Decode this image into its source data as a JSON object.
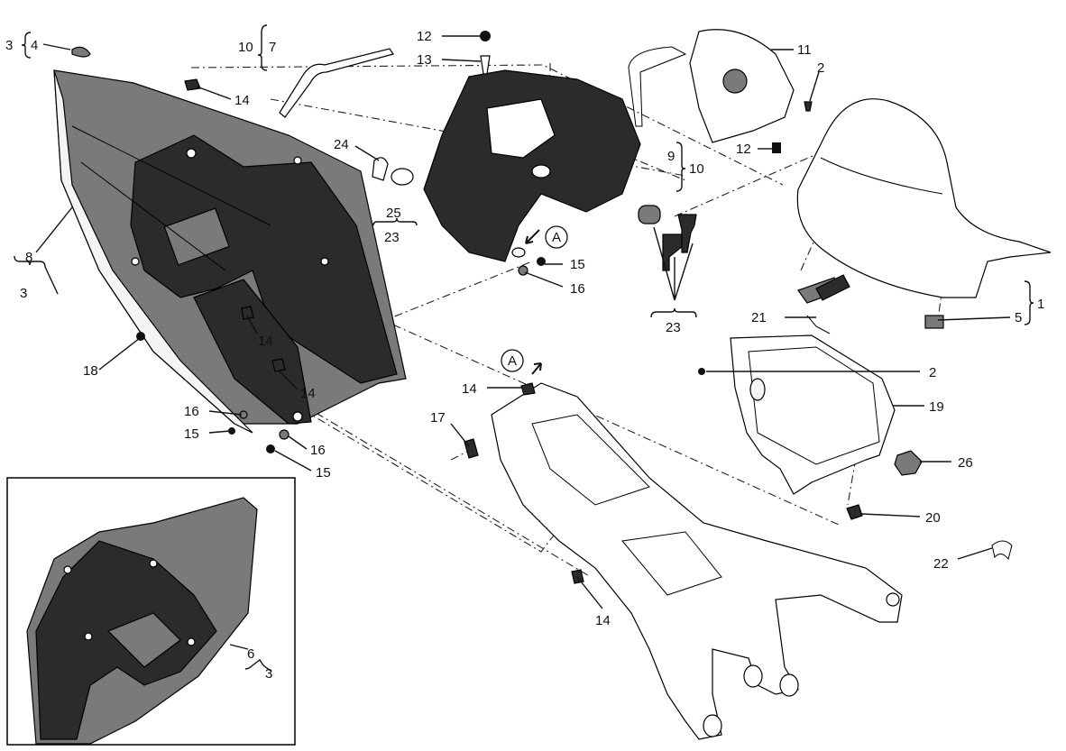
{
  "callouts": {
    "c1": "1",
    "c2a": "2",
    "c2b": "2",
    "c3_top": "3",
    "c3_left": "3",
    "c3_inset": "3",
    "c4": "4",
    "c5": "5",
    "c6": "6",
    "c7": "7",
    "c8": "8",
    "c9": "9",
    "c10_left": "10",
    "c10_right": "10",
    "c11": "11",
    "c12a": "12",
    "c12b": "12",
    "c13": "13",
    "c14a": "14",
    "c14b": "14",
    "c14c": "14",
    "c14d": "14",
    "c14e": "14",
    "c15a": "15",
    "c15b": "15",
    "c15c": "15",
    "c16a": "16",
    "c16b": "16",
    "c16c": "16",
    "c17": "17",
    "c18": "18",
    "c19": "19",
    "c20": "20",
    "c21": "21",
    "c22": "22",
    "c23a": "23",
    "c23b": "23",
    "c24": "24",
    "c25": "25",
    "c26": "26",
    "refA1": "A",
    "refA2": "A"
  },
  "colors": {
    "ink": "#111111",
    "dark_part": "#2b2b2b",
    "mid_part": "#7a7a7a",
    "light_part": "#f4f4f4",
    "background": "#ffffff"
  }
}
